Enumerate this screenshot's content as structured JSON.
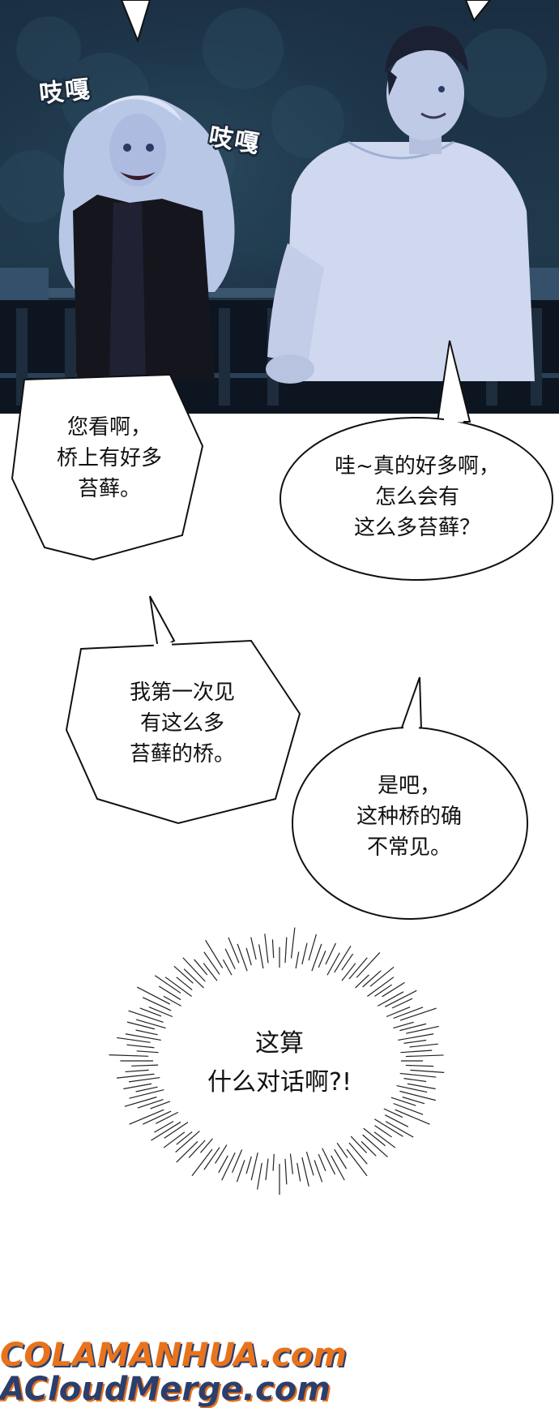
{
  "sfx": {
    "left": "吱嘎",
    "right": "吱嘎"
  },
  "bubbles": {
    "b1": "您看啊，\n桥上有好多\n苔藓。",
    "b2": "哇~真的好多啊，\n怎么会有\n这么多苔藓？",
    "b3": "我第一次见\n有这么多\n苔藓的桥。",
    "b4": "是吧，\n这种桥的确\n不常见。",
    "b5": "这算\n什么对话啊?!"
  },
  "watermark": {
    "line1": "COLAMANHUA.com",
    "line2": "ACloudMerge.com"
  },
  "colors": {
    "night_bg": "#1f3346",
    "shirt": "#cfd8ee",
    "jacket": "#15161d",
    "hair_blonde": "#c7d3ee",
    "hair_dark": "#1c2033",
    "wm_orange": "#e8731c",
    "wm_blue": "#2b3f6d"
  }
}
